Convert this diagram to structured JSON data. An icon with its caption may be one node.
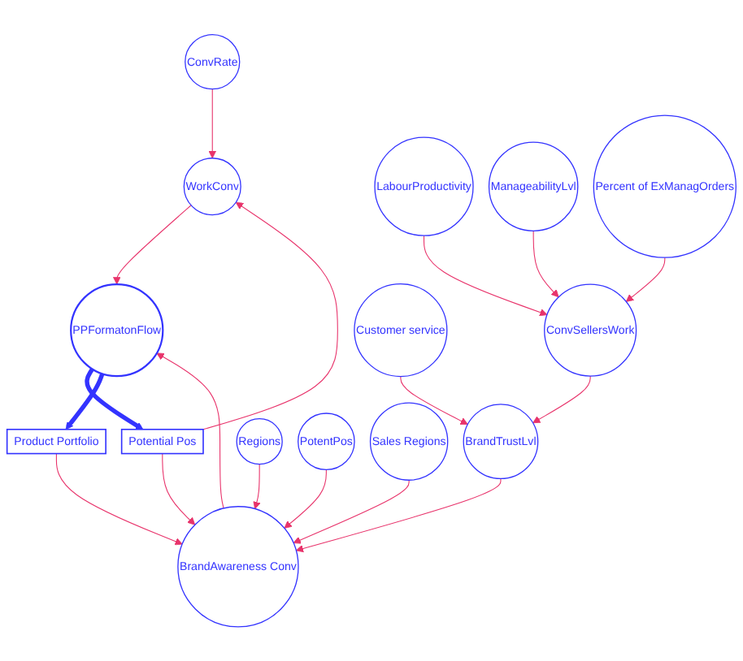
{
  "diagram": {
    "nodes": [
      {
        "text": [
          "Potential Pos"
        ]
      },
      {
        "text": [
          "PPFormatonFlow"
        ]
      },
      {
        "text": [
          "Product Portfolio"
        ]
      },
      {
        "text": [
          "WorkConv"
        ]
      },
      {
        "text": [
          "ConvRate"
        ]
      },
      {
        "text": [
          "BrandAwareness Conv"
        ]
      },
      {
        "text": [
          "Regions"
        ]
      },
      {
        "text": [
          "PotentPos"
        ]
      },
      {
        "text": [
          "Sales Regions"
        ]
      },
      {
        "text": [
          "Customer service"
        ]
      },
      {
        "text": [
          "BrandTrustLvl"
        ]
      },
      {
        "text": [
          "LabourProductivity"
        ]
      },
      {
        "text": [
          "ConvSellersWork"
        ]
      },
      {
        "text": [
          "ManageabilityLvl"
        ]
      },
      {
        "text": [
          "Percent of ExManagOrders"
        ]
      }
    ],
    "edges": [
      {
        "from": 1,
        "to": 0,
        "arrow": "to",
        "style": "thick",
        "color": "#3333ff"
      },
      {
        "from": 1,
        "to": 2,
        "arrow": "to",
        "style": "thick",
        "color": "#3333ff"
      },
      {
        "from": 0,
        "to": 3,
        "arrow": "to"
      },
      {
        "from": 0,
        "to": 5,
        "arrow": "to"
      },
      {
        "from": 3,
        "to": 1,
        "arrow": "to"
      },
      {
        "from": 4,
        "to": 3,
        "arrow": "to"
      },
      {
        "from": 5,
        "to": 1,
        "arrow": "to"
      },
      {
        "from": 2,
        "to": 5,
        "arrow": "to"
      },
      {
        "from": 6,
        "to": 5,
        "arrow": "to"
      },
      {
        "from": 7,
        "to": 5,
        "arrow": "to"
      },
      {
        "from": 8,
        "to": 5,
        "arrow": "to"
      },
      {
        "from": 10,
        "to": 5,
        "arrow": "to"
      },
      {
        "from": 9,
        "to": 10,
        "arrow": "to"
      },
      {
        "from": 12,
        "to": 10,
        "arrow": "to"
      },
      {
        "from": 11,
        "to": 12,
        "arrow": "to"
      },
      {
        "from": 13,
        "to": 12,
        "arrow": "to"
      },
      {
        "from": 14,
        "to": 12,
        "arrow": "to"
      }
    ]
  }
}
